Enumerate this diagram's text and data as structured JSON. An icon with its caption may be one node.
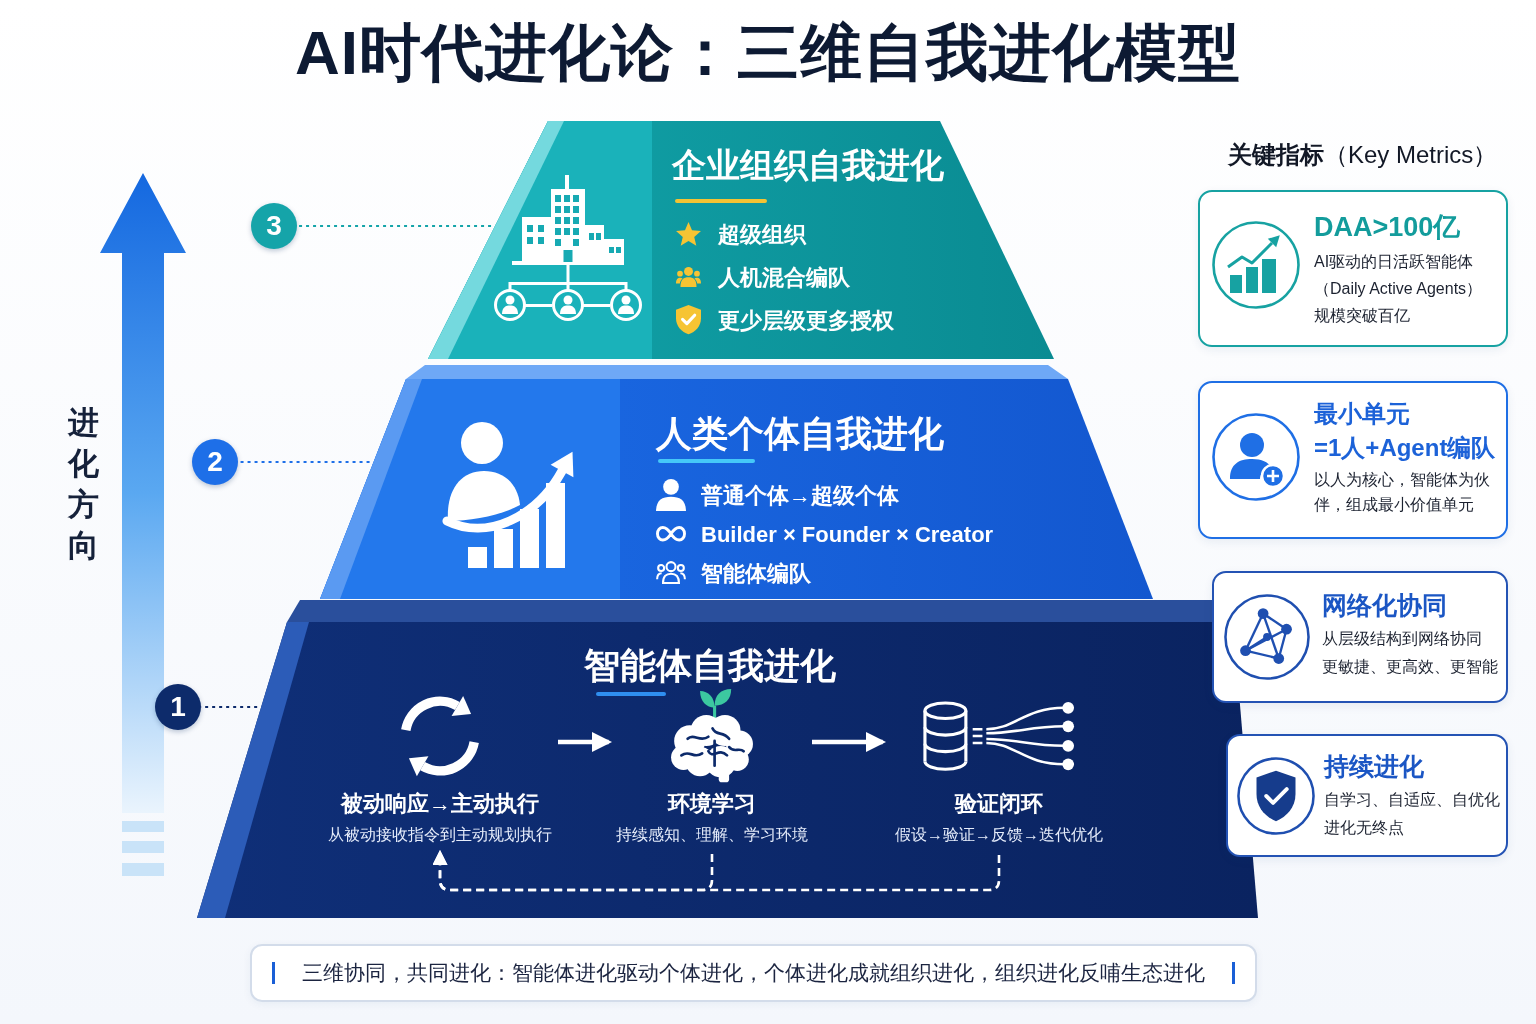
{
  "diagram": {
    "title": "AI时代进化论：三维自我进化模型",
    "nodes": [
      {
        "text": [
          "3"
        ]
      },
      {
        "text": [
          "企业组织自我进化",
          "超级组织",
          "人机混合编队",
          "更少层级更多授权"
        ]
      },
      {
        "text": [
          "2"
        ]
      },
      {
        "text": [
          "人类个体自我进化",
          "普通个体→超级个体",
          "Builder × Founder × Creator",
          "智能体编队"
        ]
      },
      {
        "text": [
          "1"
        ]
      },
      {
        "text": [
          "智能体自我进化"
        ]
      },
      {
        "text": [
          "被动响应→主动执行",
          "从被动接收指令到主动规划执行"
        ],
        "in": 5
      },
      {
        "text": [
          "环境学习",
          "持续感知、理解、学习环境"
        ],
        "in": 5
      },
      {
        "text": [
          "验证闭环",
          "假设→验证→反馈→迭代优化"
        ],
        "in": 5
      },
      {
        "text": [
          "DAA>100亿",
          "AI驱动的日活跃智能体（Daily Active Agents）规模突破百亿"
        ]
      },
      {
        "text": [
          "最小单元",
          "=1人+Agent编队",
          "以人为核心，智能体为伙伴，组成最小价值单元"
        ]
      },
      {
        "text": [
          "网络化协同",
          "从层级结构到网络协同",
          "更敏捷、更高效、更智能"
        ]
      },
      {
        "text": [
          "持续进化",
          "自学习、自适应、自优化",
          "进化无终点"
        ]
      },
      {
        "text": [
          "三维协同，共同进化：智能体进化驱动个体进化，个体进化成就组织进化，组织进化反哺生态进化"
        ]
      }
    ],
    "edges": [
      {
        "from": 0,
        "to": 1,
        "arrow": "none",
        "style": "dashed",
        "color": "#15a4a9"
      },
      {
        "from": 2,
        "to": 3,
        "arrow": "none",
        "style": "dashed",
        "color": "#1e6fe8"
      },
      {
        "from": 4,
        "to": 5,
        "arrow": "none",
        "style": "dashed",
        "color": "#0d2b6b"
      },
      {
        "from": 6,
        "to": 7,
        "arrow": "to"
      },
      {
        "from": 7,
        "to": 8,
        "arrow": "to"
      },
      {
        "from": 8,
        "to": 6,
        "arrow": "to",
        "style": "dashed"
      },
      {
        "from": 7,
        "to": 6,
        "arrow": "to",
        "style": "dashed"
      }
    ],
    "labels": [
      "**关键指标**（Key Metrics）",
      "进化方向"
    ]
  }
}
